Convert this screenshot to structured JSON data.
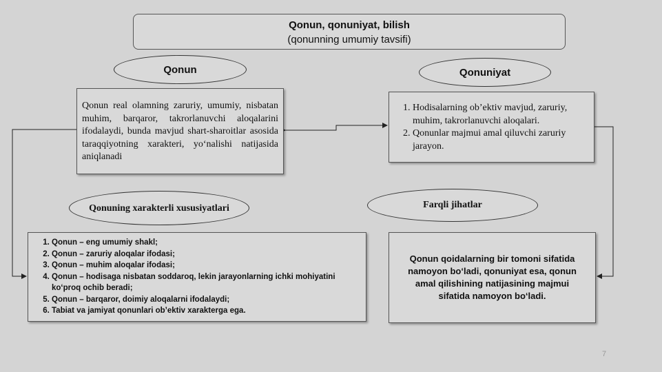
{
  "title": {
    "main": "Qonun, qonuniyat, bilish",
    "sub": "(qonunning umumiy tavsifi)"
  },
  "labels": {
    "qonun": "Qonun",
    "qonuniyat": "Qonuniyat",
    "xarakterli": "Qonuning xarakterli xususiyatlari",
    "farqli": "Farqli jihatlar"
  },
  "qonun_definition": "Qonun real olamning zaruriy, umumiy, nisbatan muhim, barqaror, takrorlanuvchi aloqalarini ifodalaydi, bunda mavjud shart-sharoitlar asosida taraqqiyotning xarakteri, yo‘nalishi natijasida aniqlanadi",
  "qonuniyat_items": [
    "Hodisalarning ob’ektiv mavjud, zaruriy, muhim, takrorlanuvchi aloqalari.",
    "Qonunlar majmui amal qiluvchi zaruriy jarayon."
  ],
  "xususiyatlar": [
    "Qonun – eng umumiy shakl;",
    "Qonun – zaruriy aloqalar ifodasi;",
    "Qonun – muhim aloqalar ifodasi;",
    "Qonun – hodisaga nisbatan soddaroq, lekin jarayonlarning ichki mohiyatini ko‘proq ochib beradi;",
    "Qonun – barqaror, doimiy aloqalarni ifodalaydi;",
    "Tabiat va jamiyat qonunlari ob’ektiv xarakterga ega."
  ],
  "farqli_text": "Qonun qoidalarning bir tomoni sifatida namoyon bo‘ladi, qonuniyat esa, qonun amal qilishining natijasining majmui sifatida namoyon bo‘ladi.",
  "page_number": "7"
}
